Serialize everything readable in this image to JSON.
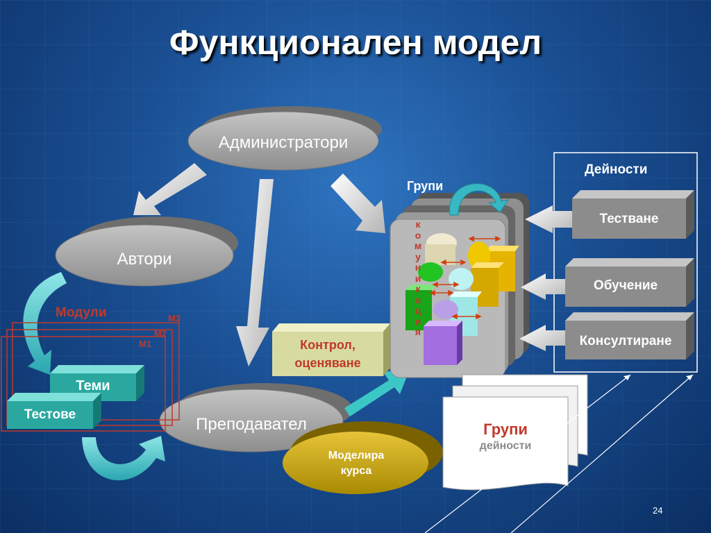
{
  "slide": {
    "title": "Функционален модел",
    "page_number": "24"
  },
  "nodes": {
    "administrators": "Администратори",
    "authors": "Автори",
    "teacher": "Преподавател",
    "course_modeling": "Моделира\nкурса",
    "control": "Контрол,\nоценяване"
  },
  "modules": {
    "label": "Модули",
    "m3": "М3",
    "m2": "М2",
    "m1": "М1",
    "topics": "Теми",
    "tests": "Тестове"
  },
  "groups": {
    "label": "Групи",
    "communication_letters": [
      "к",
      "о",
      "м",
      "у",
      "н",
      "и",
      "к",
      "а",
      "ц",
      "и",
      "я"
    ]
  },
  "activities": {
    "header": "Дейности",
    "items": [
      "Тестване",
      "Обучение",
      "Консултиране"
    ]
  },
  "group_activities": {
    "title": "Групи",
    "subtitle": "дейности"
  },
  "colors": {
    "ellipse": "#a8a8a8",
    "teal_box": "#2aa8a0",
    "control_box": "#d8dba0",
    "gold_ellipse": "#c9a40a",
    "module_frame": "#c0392b",
    "activity_box": "#8c8c8c"
  }
}
